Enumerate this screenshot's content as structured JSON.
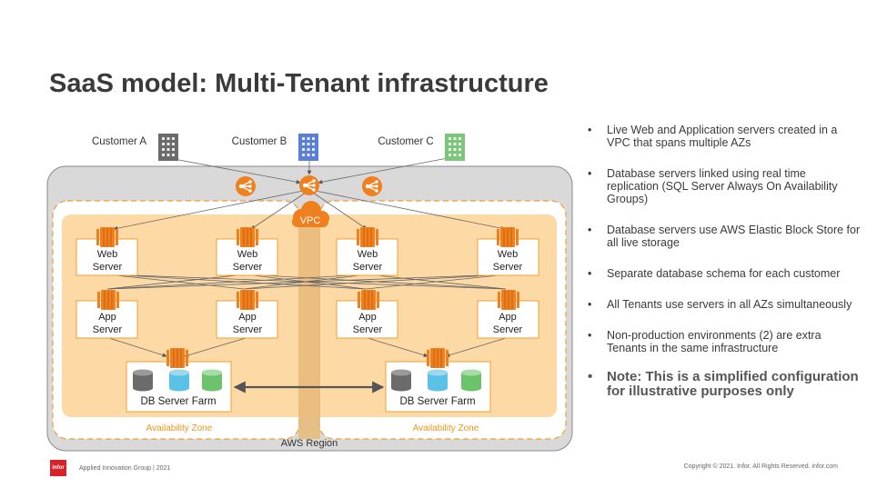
{
  "slide": {
    "title": "SaaS model: Multi-Tenant infrastructure",
    "footer_text": "Applied Innovation Group | 2021",
    "copyright": "Copyright © 2021. Infor. All Rights Reserved. infor.com",
    "logo_text": "infor"
  },
  "diagram": {
    "customers": [
      {
        "label": "Customer A",
        "color": "#6b6b6b"
      },
      {
        "label": "Customer B",
        "color": "#5b7fd6"
      },
      {
        "label": "Customer C",
        "color": "#7bc67b"
      }
    ],
    "vpc_label": "VPC",
    "region_label": "AWS Region",
    "zone_labels": [
      "Availability Zone",
      "Availability Zone"
    ],
    "web_server": {
      "line1": "Web",
      "line2": "Server"
    },
    "app_server": {
      "line1": "App",
      "line2": "Server"
    },
    "db_farm_label": "DB Server Farm",
    "db_colors": [
      "#6b6b6b",
      "#5bc1e6",
      "#6cc36c"
    ],
    "colors": {
      "aws_orange": "#f07f1d",
      "zone_fill": "#fdd9a6",
      "zone_border": "#f0a030",
      "region_fill": "#d9d9d9",
      "vpc_strip": "#e8b878",
      "zone_label": "#e8961e"
    }
  },
  "bullets": [
    "Live Web and Application servers created in a VPC that spans multiple AZs",
    "Database servers linked using real time replication (SQL Server Always On Availability Groups)",
    "Database servers use AWS Elastic Block Store for all live storage",
    "Separate database schema for each customer",
    "All Tenants use servers in all AZs simultaneously",
    "Non-production environments (2) are extra Tenants in the same infrastructure"
  ],
  "note": "Note:  This is a simplified configuration for illustrative purposes only"
}
